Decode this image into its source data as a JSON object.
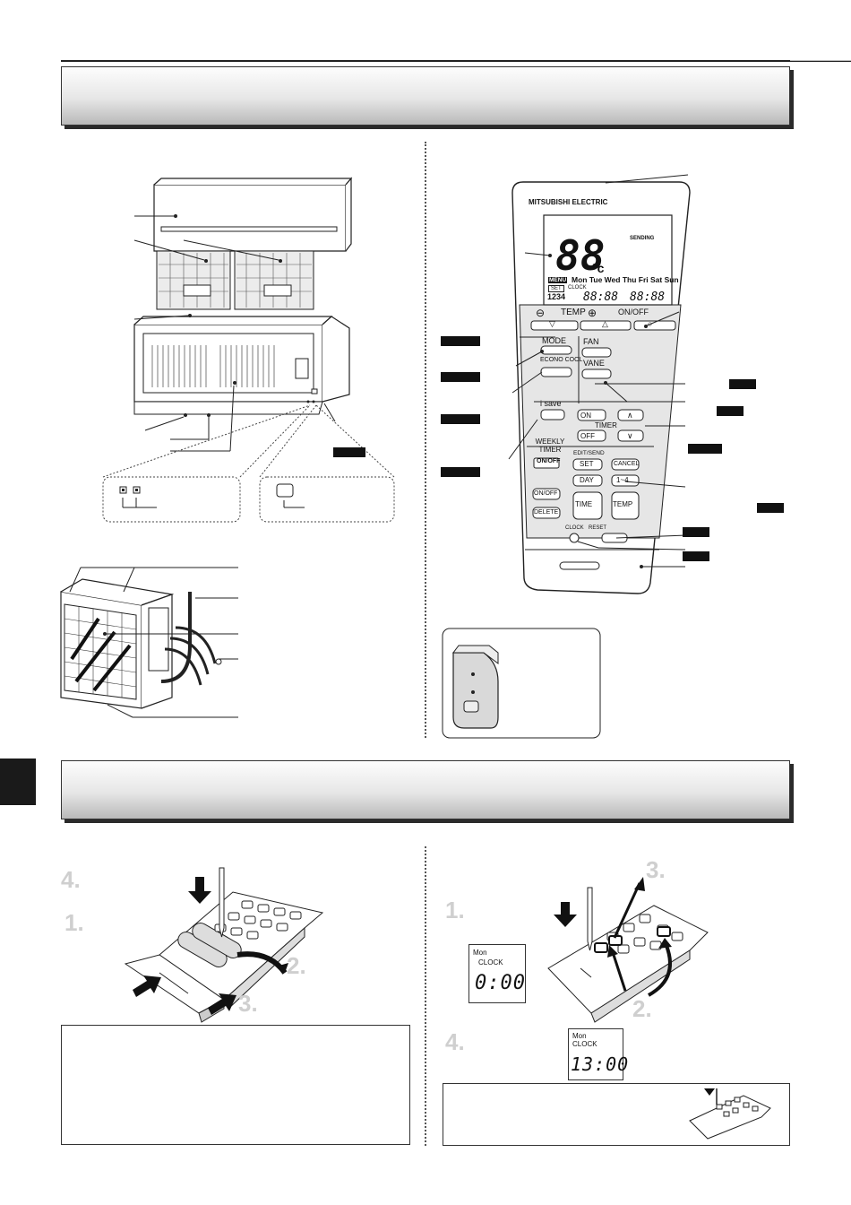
{
  "remote": {
    "brand": "MITSUBISHI ELECTRIC",
    "display_temp": "88",
    "display_unit": "°c",
    "days_line": "Mon Tue Wed Thu Fri Sat Sun",
    "sending": "SENDING",
    "menu": "MENU",
    "set_clock": "SET",
    "clock": "CLOCK",
    "on_off_small": "ON OFF",
    "timer_digits_left": "88:88",
    "timer_digits_right": "88:88",
    "digits_1234": "1234",
    "temp_label": "TEMP",
    "on_off": "ON/OFF",
    "mode": "MODE",
    "econo_cool": "ECONO COOL",
    "fan": "FAN",
    "vane": "VANE",
    "i_save": "i save",
    "timer": "TIMER",
    "timer_on": "ON",
    "timer_off": "OFF",
    "weekly_timer": "WEEKLY TIMER",
    "weekly_onoff": "ON/OFF",
    "edit_send": "EDIT/SEND",
    "set": "SET",
    "cancel": "CANCEL",
    "day": "DAY",
    "range": "1~4",
    "onoff2": "ON/OFF",
    "delete": "DELETE",
    "time": "TIME",
    "temp2": "TEMP",
    "clock_btn": "CLOCK",
    "reset_btn": "RESET"
  },
  "battery": {
    "steps": {
      "s4": "4.",
      "s1": "1.",
      "s2": "2.",
      "s3": "3."
    }
  },
  "clock": {
    "steps": {
      "s3": "3.",
      "s1": "1.",
      "s2": "2.",
      "s4": "4."
    },
    "lcd1": {
      "day": "Mon",
      "label": "CLOCK",
      "time": "0:00"
    },
    "lcd2": {
      "day": "Mon",
      "label": "CLOCK",
      "time": "13:00"
    }
  },
  "colors": {
    "banner_dark": "#b9b9b9",
    "label_box": "#111111"
  }
}
